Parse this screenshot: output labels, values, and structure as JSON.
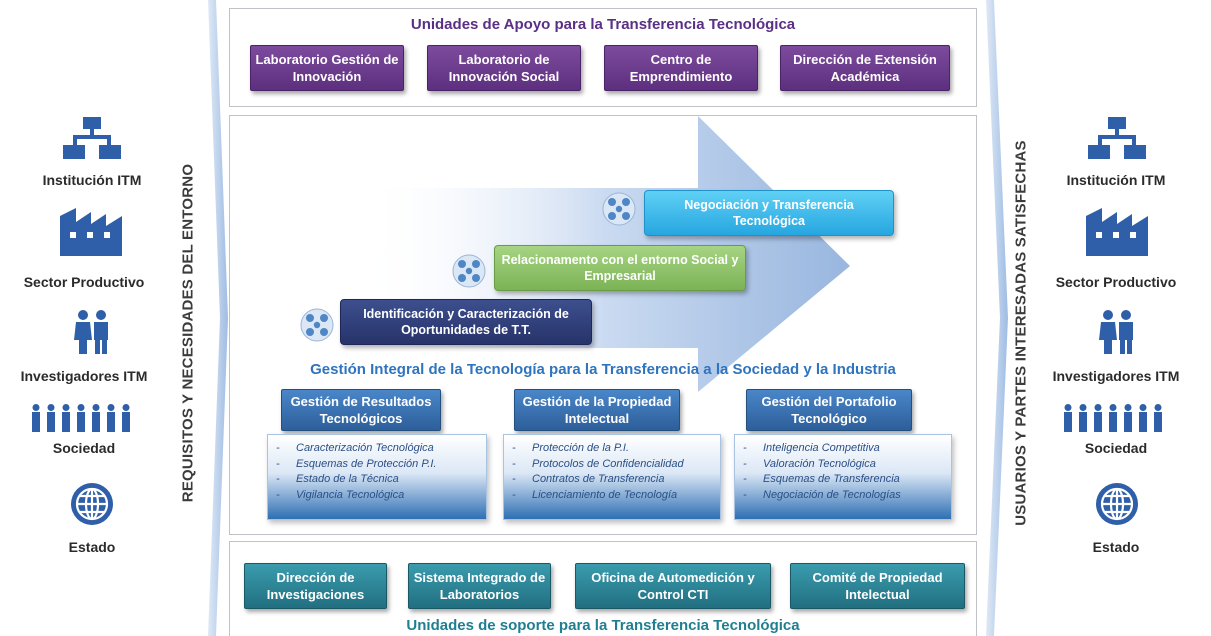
{
  "top_panel": {
    "title": "Unidades de Apoyo para la Transferencia Tecnológica",
    "units": [
      "Laboratorio Gestión de Innovación",
      "Laboratorio de Innovación Social",
      "Centro de Emprendimiento",
      "Dirección de Extensión Académica"
    ]
  },
  "bottom_panel": {
    "title": "Unidades de soporte para la Transferencia Tecnológica",
    "units": [
      "Dirección de Investigaciones",
      "Sistema Integrado de Laboratorios",
      "Oficina de Automedición y Control CTI",
      "Comité de Propiedad Intelectual"
    ]
  },
  "left_side": {
    "vertical_label": "REQUISITOS Y NECESIDADES DEL ENTORNO",
    "entities": [
      {
        "label": "Institución ITM",
        "icon": "org-chart-icon"
      },
      {
        "label": "Sector Productivo",
        "icon": "factory-icon"
      },
      {
        "label": "Investigadores ITM",
        "icon": "people-pair-icon"
      },
      {
        "label": "Sociedad",
        "icon": "crowd-icon"
      },
      {
        "label": "Estado",
        "icon": "globe-icon"
      }
    ]
  },
  "right_side": {
    "vertical_label": "USUARIOS Y PARTES INTERESADAS SATISFECHAS",
    "entities": [
      {
        "label": "Institución ITM",
        "icon": "org-chart-icon"
      },
      {
        "label": "Sector Productivo",
        "icon": "factory-icon"
      },
      {
        "label": "Investigadores ITM",
        "icon": "people-pair-icon"
      },
      {
        "label": "Sociedad",
        "icon": "crowd-icon"
      },
      {
        "label": "Estado",
        "icon": "globe-icon"
      }
    ]
  },
  "center": {
    "steps": [
      {
        "label": "Identificación y Caracterización de Oportunidades de T.T.",
        "color": "#2f3f78"
      },
      {
        "label": "Relacionamento con el entorno Social y Empresarial",
        "color": "#8dc26a"
      },
      {
        "label": "Negociación y Transferencia Tecnológica",
        "color": "#35b3e8"
      }
    ],
    "title": "Gestión Integral de la Tecnología para la Transferencia a la Sociedad y la Industria",
    "columns": [
      {
        "heading": "Gestión de Resultados Tecnológicos",
        "items": [
          "Caracterización Tecnológica",
          "Esquemas de Protección P.I.",
          "Estado de la  Técnica",
          "Vigilancia Tecnológica"
        ]
      },
      {
        "heading": "Gestión de la Propiedad Intelectual",
        "items": [
          "Protección de la P.I.",
          "Protocolos de Confidencialidad",
          "Contratos de Transferencia",
          "Licenciamiento de Tecnología"
        ]
      },
      {
        "heading": "Gestión del Portafolio Tecnológico",
        "items": [
          "Inteligencia Competitiva",
          "Valoración Tecnológica",
          "Esquemas de Transferencia",
          "Negociación de Tecnologías"
        ]
      }
    ],
    "list_bullet": "-"
  },
  "colors": {
    "purple": "#6b3b8e",
    "teal": "#2a8496",
    "blue": "#3a72b5",
    "title_purple": "#5a2f86",
    "title_teal": "#1f7f91",
    "title_blue": "#2f74bf"
  }
}
